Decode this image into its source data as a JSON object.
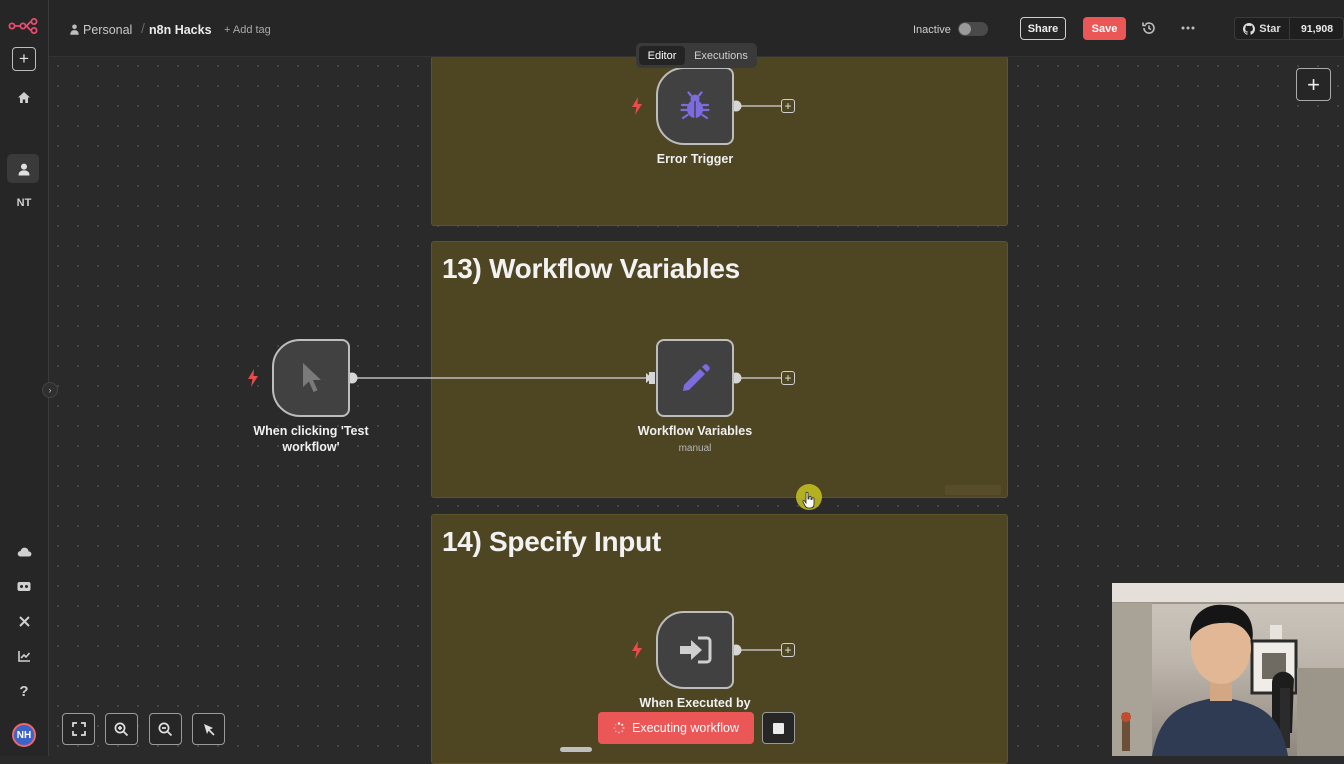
{
  "topbar": {
    "project": "Personal",
    "workflow_name": "n8n Hacks",
    "add_tag": "+ Add tag",
    "status_label": "Inactive",
    "share_label": "Share",
    "save_label": "Save",
    "github_star_label": "Star",
    "github_star_count": "91,908"
  },
  "sidebar": {
    "user_initials": "NT",
    "avatar_initials": "NH"
  },
  "mode_switch": {
    "editor": "Editor",
    "executions": "Executions"
  },
  "groups": [
    {
      "title": "",
      "nodes": [
        {
          "label": "Error Trigger",
          "icon": "bug-icon"
        }
      ]
    },
    {
      "title": "13) Workflow Variables",
      "nodes": [
        {
          "label": "When clicking 'Test workflow'",
          "icon": "pointer-icon"
        },
        {
          "label": "Workflow Variables",
          "subtitle": "manual",
          "icon": "pencil-icon"
        }
      ]
    },
    {
      "title": "14) Specify Input",
      "nodes": [
        {
          "label": "When Executed by",
          "icon": "sign-in-icon"
        }
      ]
    }
  ],
  "canvas": {
    "execute_label": "Executing workflow"
  },
  "colors": {
    "accent_red": "#eb5757",
    "sticky_bg": "#4e4523",
    "node_icon_purple": "#7d6be0",
    "canvas_bg": "#2a2a2a"
  }
}
